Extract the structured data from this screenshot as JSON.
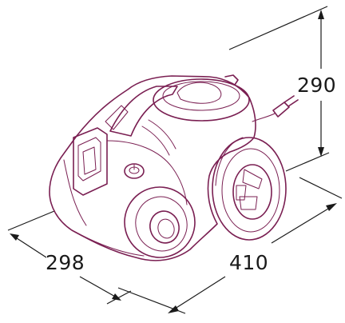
{
  "dimensions": {
    "height": "290",
    "depth": "298",
    "width": "410"
  },
  "colors": {
    "outline": "#7a1f52",
    "dimension_lines": "#1a1a1a",
    "background": "#ffffff"
  }
}
